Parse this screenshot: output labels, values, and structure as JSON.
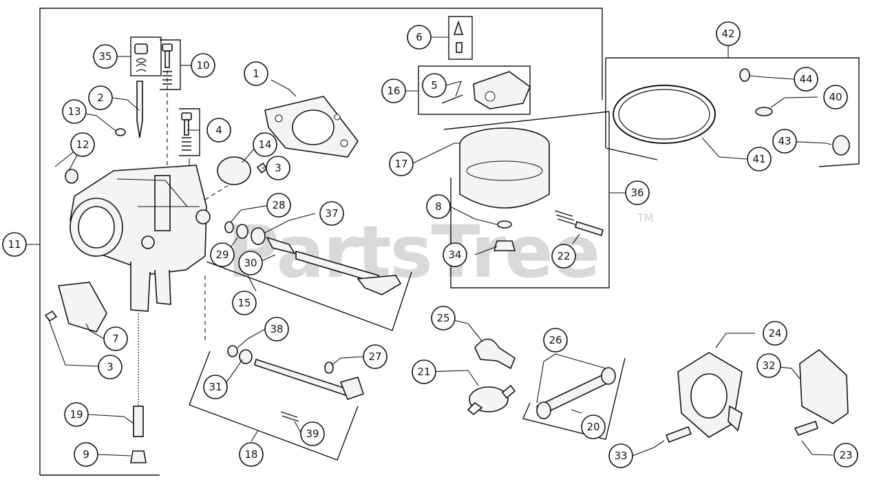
{
  "watermark": {
    "text": "PartsTree",
    "trademark": "TM"
  },
  "callouts": [
    "1",
    "2",
    "3",
    "3",
    "4",
    "5",
    "6",
    "7",
    "8",
    "9",
    "10",
    "11",
    "12",
    "13",
    "14",
    "15",
    "16",
    "17",
    "18",
    "19",
    "20",
    "21",
    "22",
    "23",
    "24",
    "25",
    "26",
    "27",
    "28",
    "29",
    "30",
    "31",
    "32",
    "33",
    "34",
    "35",
    "36",
    "37",
    "38",
    "39",
    "40",
    "41",
    "42",
    "43",
    "44"
  ]
}
